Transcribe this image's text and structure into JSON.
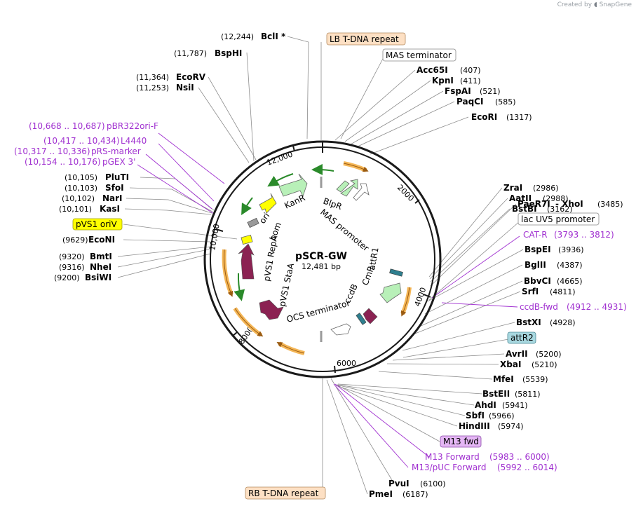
{
  "credit": {
    "prefix": "Created by",
    "brand": "SnapGene"
  },
  "plasmid": {
    "name": "pSCR-GW",
    "length_label": "12,481 bp",
    "length": 12481
  },
  "ticks": [
    "2000",
    "4000",
    "6000",
    "8000",
    "10,000",
    "12,000"
  ],
  "enzymes": [
    {
      "pos": "(12,244)",
      "name": "BclI *"
    },
    {
      "pos": "(11,787)",
      "name": "BspHI"
    },
    {
      "pos": "(11,364)",
      "name": "EcoRV"
    },
    {
      "pos": "(11,253)",
      "name": "NsiI"
    },
    {
      "pos": "(10,105)",
      "name": "PluTI"
    },
    {
      "pos": "(10,103)",
      "name": "SfoI"
    },
    {
      "pos": "(10,102)",
      "name": "NarI"
    },
    {
      "pos": "(10,101)",
      "name": "KasI"
    },
    {
      "pos": "(9629)",
      "name": "EcoNI"
    },
    {
      "pos": "(9320)",
      "name": "BmtI"
    },
    {
      "pos": "(9316)",
      "name": "NheI"
    },
    {
      "pos": "(9200)",
      "name": "BsiWI"
    },
    {
      "name": "Acc65I",
      "pos": "(407)"
    },
    {
      "name": "KpnI",
      "pos": "(411)"
    },
    {
      "name": "FspAI",
      "pos": "(521)"
    },
    {
      "name": "PaqCI",
      "pos": "(585)"
    },
    {
      "name": "EcoRI",
      "pos": "(1317)"
    },
    {
      "name": "ZraI",
      "pos": "(2986)"
    },
    {
      "name": "AatII",
      "pos": "(2988)"
    },
    {
      "name": "BstBI",
      "pos": "(3162)"
    },
    {
      "name": "PaeR7I",
      "sep": "- XhoI",
      "pos": "(3485)"
    },
    {
      "name": "BspEI",
      "pos": "(3936)"
    },
    {
      "name": "BglII",
      "pos": "(4387)"
    },
    {
      "name": "BbvCI",
      "pos": "(4665)"
    },
    {
      "name": "SrfI",
      "pos": "(4811)"
    },
    {
      "name": "BstXI",
      "pos": "(4928)"
    },
    {
      "name": "AvrII",
      "pos": "(5200)"
    },
    {
      "name": "XbaI",
      "pos": "(5210)"
    },
    {
      "name": "MfeI",
      "pos": "(5539)"
    },
    {
      "name": "BstEII",
      "pos": "(5811)"
    },
    {
      "name": "AhdI",
      "pos": "(5941)"
    },
    {
      "name": "SbfI",
      "pos": "(5966)"
    },
    {
      "name": "HindIII",
      "pos": "(5974)"
    },
    {
      "name": "PvuI",
      "pos": "(6100)"
    },
    {
      "name": "PmeI",
      "pos": "(6187)"
    }
  ],
  "primers": [
    {
      "range": "(10,668 .. 10,687)",
      "name": "pBR322ori-F"
    },
    {
      "range": "(10,417 .. 10,434)",
      "name": "L4440"
    },
    {
      "range": "(10,317 .. 10,336)",
      "name": "pRS-marker"
    },
    {
      "range": "(10,154 .. 10,176)",
      "name": "pGEX 3'"
    },
    {
      "name": "CAT-R",
      "range": "(3793 .. 3812)"
    },
    {
      "name": "ccdB-fwd",
      "range": "(4912 .. 4931)"
    },
    {
      "name": "M13 Forward",
      "range": "(5983 .. 6000)"
    },
    {
      "name": "M13/pUC Forward",
      "range": "(5992 .. 6014)"
    }
  ],
  "boxes": {
    "lb": "LB T-DNA repeat",
    "mas_term": "MAS terminator",
    "lacuv5": "lac UV5 promoter",
    "attr2": "attR2",
    "m13fwd": "M13 fwd",
    "rb": "RB T-DNA repeat",
    "pvs1oriv": "pVS1 oriV"
  },
  "features": {
    "kanr": "KanR",
    "ori": "ori",
    "bom": "bom",
    "repa": "pVS1 RepA",
    "staa": "pVS1 StaA",
    "ocs": "OCS terminator",
    "ccdb": "ccdB",
    "cmr": "CmR",
    "attr1": "attR1",
    "blpr": "BlpR",
    "mas_prom": "MAS promoter"
  },
  "colors": {
    "backbone": "#1a1a1a",
    "enzyme_line": "#8c8c8c",
    "primer": "#a030d0",
    "orange_orf": "#f4b656",
    "green_orf": "#b8f0b8",
    "magenta": "#8b2252",
    "yellow": "#ffff00",
    "gray": "#9a9a9a",
    "teal": "#2f7f8f"
  }
}
